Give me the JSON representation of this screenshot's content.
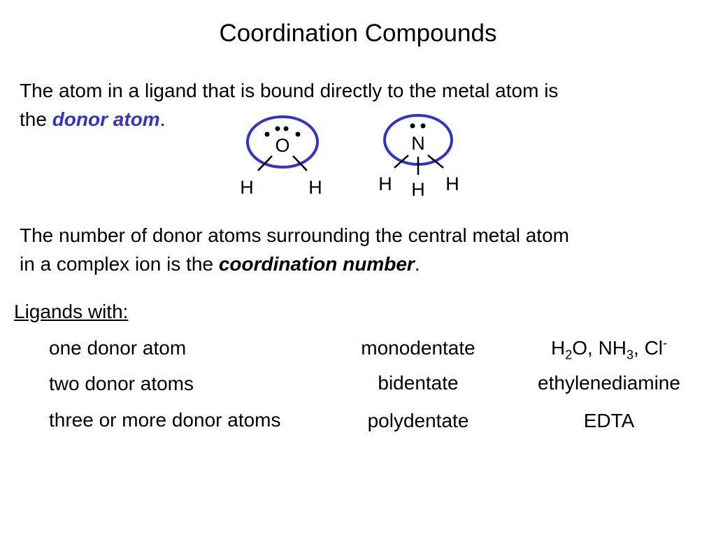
{
  "slide": {
    "title": "Coordination Compounds",
    "donor_paragraph": {
      "line1": "The atom in a ligand that is bound directly to the metal atom is",
      "line2_prefix": "the ",
      "line2_term": "donor atom",
      "line2_suffix": "."
    },
    "coordination_paragraph": {
      "line1": "The number of donor atoms surrounding the central metal atom",
      "line2_prefix": "in a complex ion is the ",
      "line2_term": "coordination number",
      "line2_suffix": "."
    },
    "diagram": {
      "water": {
        "center": "O",
        "left": "H",
        "right": "H"
      },
      "ammonia": {
        "center": "N",
        "left": "H",
        "middle": "H",
        "right": "H"
      },
      "ring_color": "#3333cc"
    },
    "ligands_heading": "Ligands with:",
    "rows": [
      {
        "count": "one donor atom",
        "kind": "monodentate"
      },
      {
        "count": "two donor atoms",
        "kind": "bidentate",
        "example": "ethylenediamine"
      },
      {
        "count": "three or more donor atoms",
        "kind": "polydentate",
        "example": "EDTA"
      }
    ],
    "example_mono": {
      "h": "H",
      "h_sub": "2",
      "o_mid": "O, NH",
      "nh_sub": "3",
      "cl": ", Cl",
      "cl_sup": "-"
    },
    "accent_color": "#3333cc"
  }
}
